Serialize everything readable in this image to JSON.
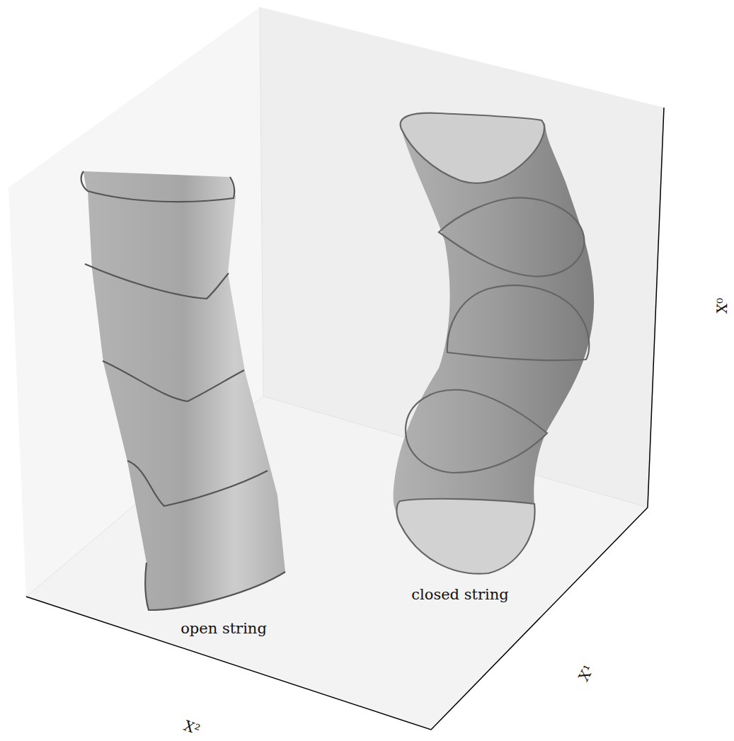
{
  "diagram": {
    "labels": [
      "open string",
      "closed string",
      "X²",
      "X¹",
      "X⁰"
    ]
  }
}
